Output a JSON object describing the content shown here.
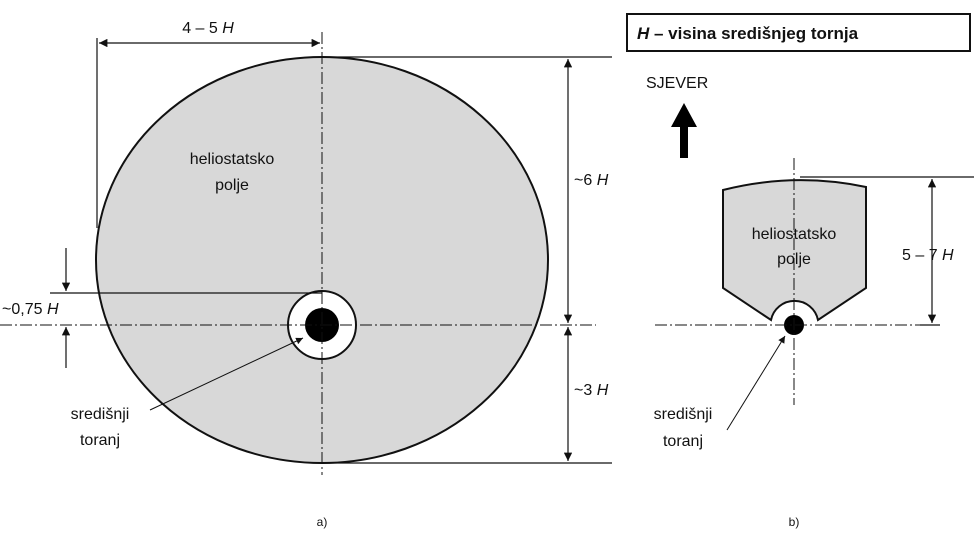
{
  "legend": {
    "symbol": "H",
    "text": " – visina središnjeg tornja"
  },
  "diagram_a": {
    "width_dim": {
      "prefix": "4 – 5 ",
      "symbol": "H"
    },
    "height_north": {
      "prefix": "~6 ",
      "symbol": "H"
    },
    "height_south": {
      "prefix": "~3 ",
      "symbol": "H"
    },
    "offset": {
      "prefix": "~0,75 ",
      "symbol": "H"
    },
    "field_label_line1": "heliostatsko",
    "field_label_line2": "polje",
    "tower_label_line1": "središnji",
    "tower_label_line2": "toranj",
    "caption": "a)"
  },
  "diagram_b": {
    "north_label": "SJEVER",
    "height_dim": {
      "prefix": "5 – 7 ",
      "symbol": "H"
    },
    "field_label_line1": "heliostatsko",
    "field_label_line2": "polje",
    "tower_label_line1": "središnji",
    "tower_label_line2": "toranj",
    "caption": "b)"
  },
  "colors": {
    "field_fill": "#d8d8d8",
    "stroke": "#111111"
  }
}
